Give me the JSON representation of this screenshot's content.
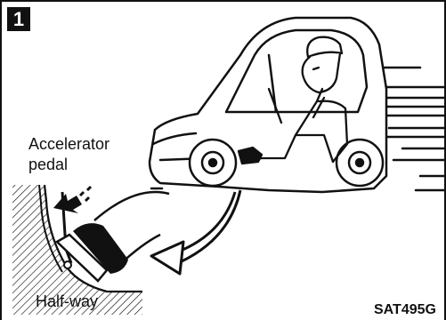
{
  "step": {
    "number": "1"
  },
  "labels": {
    "accelerator": "Accelerator",
    "pedal": "pedal",
    "half_way": "Half-way",
    "figure_code": "SAT495G"
  },
  "colors": {
    "ink": "#111111",
    "background": "#ffffff"
  },
  "icons": [
    "press-direction-arrow-icon",
    "curved-arrow-icon"
  ]
}
